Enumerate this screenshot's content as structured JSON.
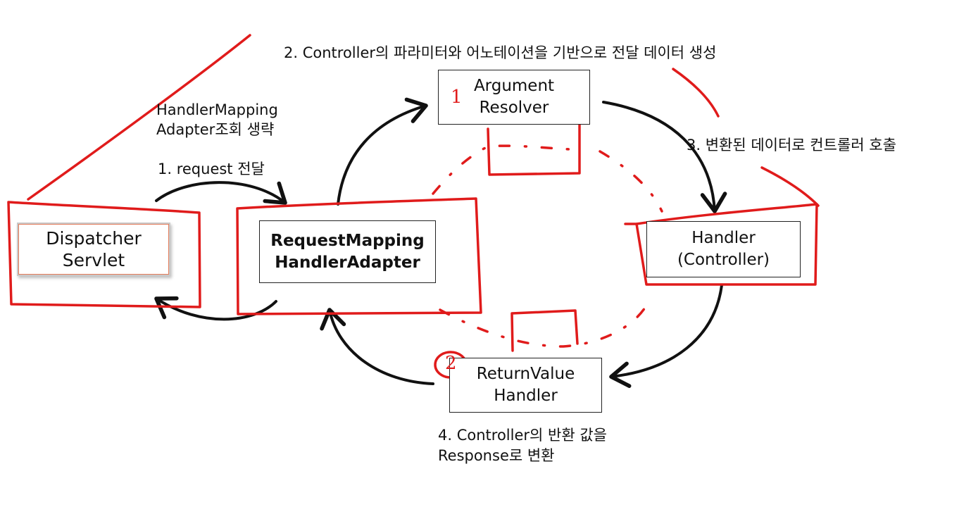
{
  "boxes": {
    "dispatcher": {
      "line1": "Dispatcher",
      "line2": "Servlet"
    },
    "adapter": {
      "line1": "RequestMapping",
      "line2": "HandlerAdapter"
    },
    "resolver": {
      "line1": "Argument",
      "line2": "Resolver"
    },
    "handler": {
      "line1": "Handler",
      "line2": "(Controller)"
    },
    "returnvalue": {
      "line1": "ReturnValue",
      "line2": "Handler"
    }
  },
  "annotations": {
    "skip_note_line1": "HandlerMapping",
    "skip_note_line2": "Adapter조회 생략",
    "step1": "1. request 전달",
    "step2": "2. Controller의 파라미터와 어노테이션을 기반으로 전달 데이터 생성",
    "step3": "3. 변환된 데이터로 컨트롤러 호출",
    "step4_line1": "4. Controller의 반환 값을",
    "step4_line2": "Response로 변환"
  },
  "markers": {
    "argument_resolver_number": "1",
    "returnvalue_handler_number": "2"
  },
  "colors": {
    "ink": "#111111",
    "highlight_red": "#e01b1b",
    "box_border": "#222222"
  }
}
